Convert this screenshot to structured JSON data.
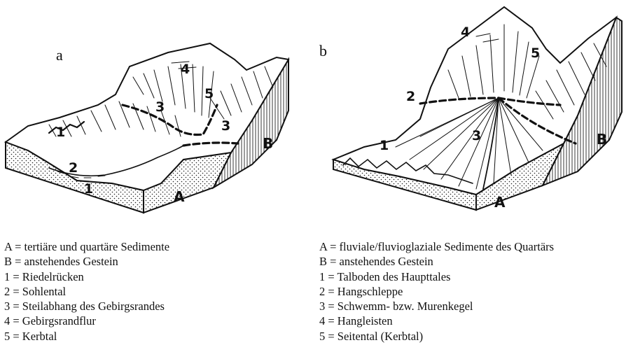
{
  "panels": {
    "a": {
      "letter": "a",
      "figure_labels": {
        "A": "A",
        "B": "B",
        "n1": "1",
        "n2": "2",
        "n3": "3",
        "n4": "4",
        "n5": "5"
      },
      "legend": [
        "A = tertiäre und quartäre Sedimente",
        "B = anstehendes Gestein",
        "1 = Riedelrücken",
        "2 = Sohlental",
        "3 = Steilabhang des Gebirgsrandes",
        "4 = Gebirgsrandflur",
        "5 = Kerbtal"
      ]
    },
    "b": {
      "letter": "b",
      "figure_labels": {
        "A": "A",
        "B": "B",
        "n1": "1",
        "n2": "2",
        "n3": "3",
        "n4": "4",
        "n5": "5"
      },
      "legend": [
        "A = fluviale/fluvioglaziale Sedimente des Quartärs",
        "B = anstehendes Gestein",
        "1 = Talboden des Haupttales",
        "2 = Hangschleppe",
        "3 = Schwemm- bzw. Murenkegel",
        "4 = Hangleisten",
        "5 = Seitental (Kerbtal)"
      ]
    }
  }
}
